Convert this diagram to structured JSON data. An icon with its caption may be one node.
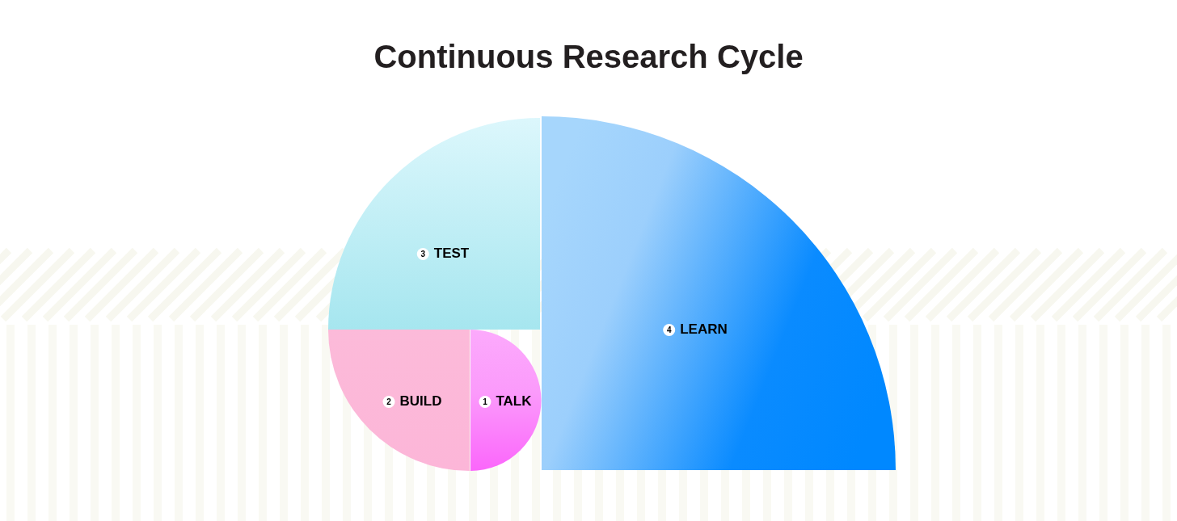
{
  "diagram": {
    "title": "Continuous Research Cycle",
    "nodes": [
      {
        "text": [
          "1",
          "TALK"
        ]
      },
      {
        "text": [
          "2",
          "BUILD"
        ]
      },
      {
        "text": [
          "3",
          "TEST"
        ]
      },
      {
        "text": [
          "4",
          "LEARN"
        ]
      }
    ]
  }
}
